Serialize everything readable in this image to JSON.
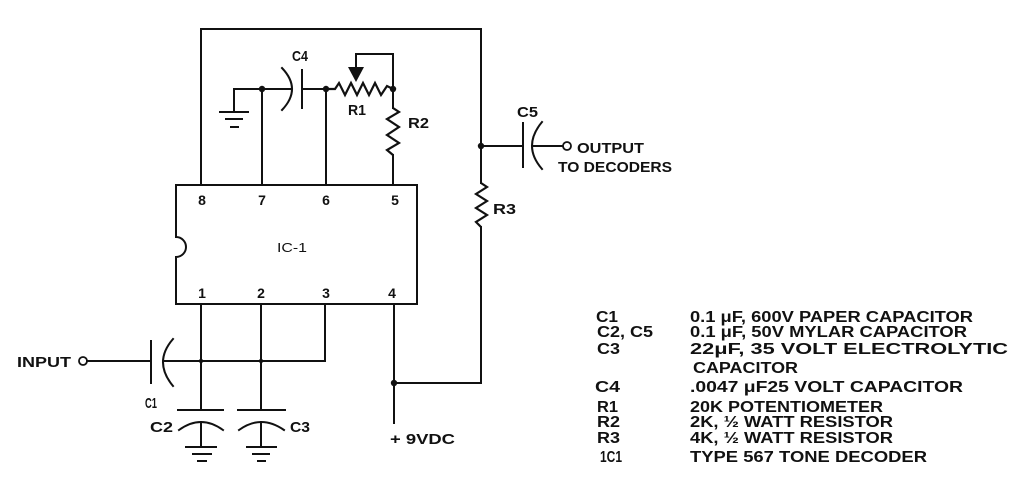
{
  "schematic": {
    "component_labels": {
      "c1": "C1",
      "c2": "C2",
      "c3": "C3",
      "c4": "C4",
      "c5": "C5",
      "r1": "R1",
      "r2": "R2",
      "r3": "R3"
    },
    "ic": {
      "label": "IC-1",
      "top_pins": [
        "8",
        "7",
        "6",
        "5"
      ],
      "bottom_pins": [
        "1",
        "2",
        "3",
        "4"
      ]
    },
    "terminals": {
      "input": "INPUT",
      "output_line1": "OUTPUT",
      "output_line2": "TO DECODERS",
      "supply": "+ 9VDC"
    }
  },
  "parts_list": [
    {
      "ref": "C1",
      "desc": [
        "0.1 μF, 600V PAPER CAPACITOR"
      ]
    },
    {
      "ref": "C2, C5",
      "desc": [
        "0.1 μF, 50V MYLAR CAPACITOR"
      ]
    },
    {
      "ref": "C3",
      "desc": [
        "22μF, 35  VOLT  ELECTROLYTIC",
        "CAPACITOR"
      ]
    },
    {
      "ref": "C4",
      "desc": [
        ".0047  μF25 VOLT CAPACITOR"
      ]
    },
    {
      "ref": "R1",
      "desc": [
        "20K POTENTIOMETER"
      ]
    },
    {
      "ref": "R2",
      "desc": [
        "2K, ½ WATT RESISTOR"
      ]
    },
    {
      "ref": "R3",
      "desc": [
        "4K, ½ WATT RESISTOR"
      ]
    },
    {
      "ref": "1C1",
      "desc": [
        "TYPE 567 TONE DECODER"
      ]
    }
  ]
}
